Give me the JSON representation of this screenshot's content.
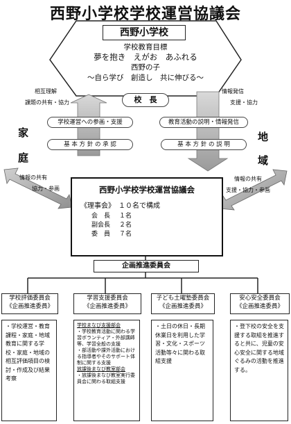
{
  "title": "西野小学校学校運営協議会",
  "school": {
    "name": "西野小学校",
    "goal_heading": "学校教育目標",
    "goal_line1": "夢を抱き　えがお　あふれる",
    "goal_line2": "西野の子",
    "goal_line3": "～自ら学び　創造し　共に伸びる～"
  },
  "principal": "校　長",
  "family": {
    "label_top": "家",
    "label_bottom": "庭",
    "top_note1": "相互理解",
    "top_note2": "課題の共有・協力",
    "bottom_note1": "情報の共有",
    "bottom_note2": "協力・参画",
    "arrow_up": "学校運営への参画・支援",
    "arrow_down": "基 本 方 針 の 承 認"
  },
  "community": {
    "label_top": "地",
    "label_bottom": "域",
    "top_note1": "情報発信",
    "top_note2": "支援・協力",
    "bottom_note1": "情報の共有",
    "bottom_note2": "支援・協力・参画",
    "arrow_up": "教育活動の説明・情報発信",
    "arrow_down": "基 本 方 針 の 説 明"
  },
  "council": {
    "title": "西野小学校学校運営協議会",
    "board": "《理事会》　１０名で構成",
    "members": [
      {
        "role": "会　長",
        "count": "１名"
      },
      {
        "role": "副会長",
        "count": "２名"
      },
      {
        "role": "委　員",
        "count": "７名"
      }
    ]
  },
  "planning": "企画推進委員会",
  "committees": [
    {
      "name": "学校評価委員会",
      "sub": "《企画推進委員》",
      "body": "・学校運営・教育課程・家庭・地域教育に関する学校・家庭・地域の相互評価項目の検討・作成及び結果考察"
    },
    {
      "name": "学習支援委員会",
      "sub": "《企画推進委員》",
      "items": [
        {
          "heading": "学校まなび支援部会",
          "text": "・学校教育活動に関わる学習ボランティア・外部講師等、学習全般の支援"
        },
        {
          "heading": "",
          "text": "・部活動や課外活動における指導者やそのサポート体制に関する支援"
        },
        {
          "heading": "放課後まなび教室部会",
          "text": "・放課後まなび教室実行委員会に関わる取組支援"
        }
      ]
    },
    {
      "name": "子ども土曜塾委員会",
      "sub": "《企画推進委員》",
      "body": "・土日の休日・長期休業日を利用した学習・文化・スポーツ活動等々に関わる取組支援"
    },
    {
      "name": "安心安全委員会",
      "sub": "《企画推進委員》",
      "body": "・登下校の安全を支援する取組を推進すると共に、児童の安心安全に関する地域ぐるみの活動を推進する。"
    }
  ]
}
